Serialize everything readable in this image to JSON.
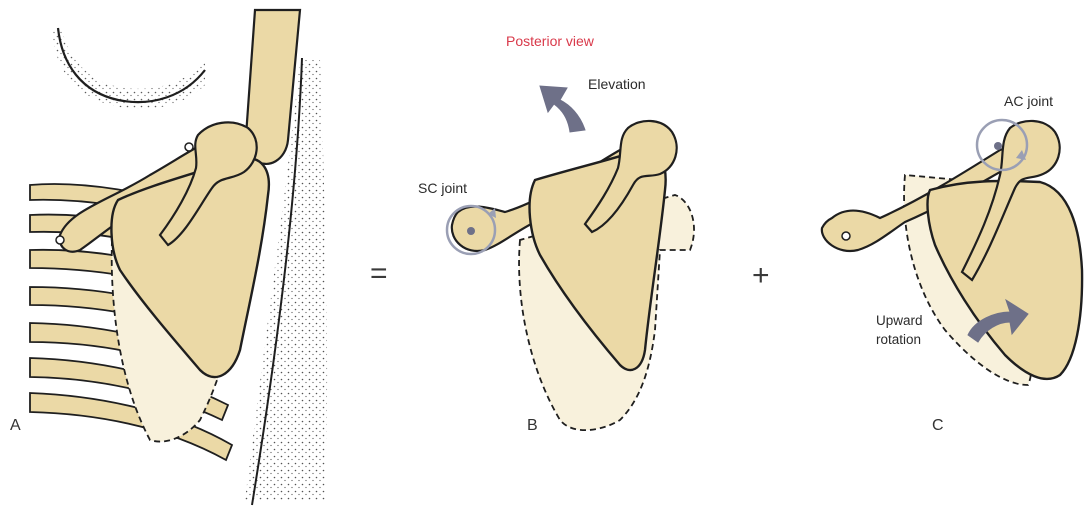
{
  "colors": {
    "bone": "#EBD9A6",
    "bone_light": "#F8F1DC",
    "outline": "#1f1f1f",
    "arrow": "#6E7088",
    "joint_ring": "#9A9FB4",
    "title": "#D9394A"
  },
  "figure": {
    "view_title": "Posterior view",
    "operators": {
      "equals": "=",
      "plus": "+"
    },
    "panels": [
      {
        "id": "A",
        "label": "A"
      },
      {
        "id": "B",
        "label": "B",
        "annotations": {
          "sc_joint": "SC joint",
          "elevation": "Elevation"
        }
      },
      {
        "id": "C",
        "label": "C",
        "annotations": {
          "ac_joint": "AC joint",
          "upward_rotation_line1": "Upward",
          "upward_rotation_line2": "rotation"
        }
      }
    ]
  },
  "icons": [
    "elevation-arrow-icon",
    "upward-rotation-arrow-icon",
    "sc-joint-ring-icon",
    "ac-joint-ring-icon"
  ]
}
